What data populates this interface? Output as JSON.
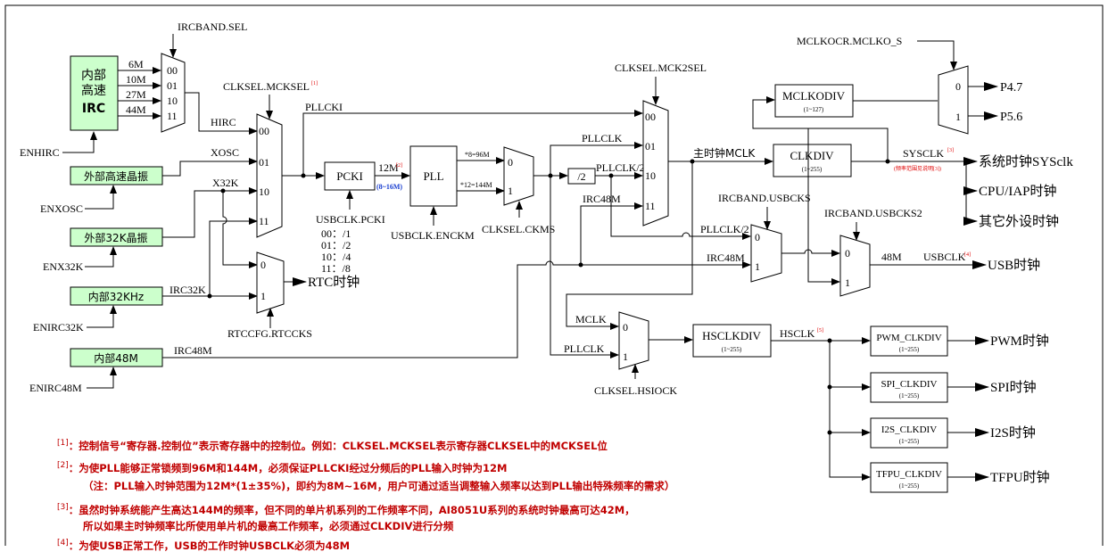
{
  "sources": {
    "irc_label_1": "内部",
    "irc_label_2": "高速",
    "irc_label_3": "IRC",
    "irc_freqs": [
      "6M",
      "10M",
      "27M",
      "44M"
    ],
    "xosc": "外部高速晶振",
    "x32k": "外部32K晶振",
    "irc32k": "内部32KHz",
    "irc48m": "内部48M"
  },
  "enables": {
    "enhirc": "ENHIRC",
    "enxosc": "ENXOSC",
    "enx32k": "ENX32K",
    "enirc32k": "ENIRC32K",
    "enirc48m": "ENIRC48M"
  },
  "selectors": {
    "ircband_sel": "IRCBAND.SEL",
    "mcksel": "CLKSEL.MCKSEL",
    "mcksel_note": "[1]",
    "mck2sel": "CLKSEL.MCK2SEL",
    "mclkocr": "MCLKOCR.MCLKO_S",
    "usbclk_pcki": "USBCLK.PCKI",
    "usbclk_enckm": "USBCLK.ENCKM",
    "clksel_ckms": "CLKSEL.CKMS",
    "rtccfg": "RTCCFG.RTCCKS",
    "ircband_usbcks": "IRCBAND.USBCKS",
    "ircband_usbcks2": "IRCBAND.USBCKS2",
    "clksel_hsiock": "CLKSEL.HSIOCK"
  },
  "mux_inputs": {
    "bin4": [
      "00",
      "01",
      "10",
      "11"
    ],
    "bin2": [
      "0",
      "1"
    ]
  },
  "pcki_div": [
    "00：/1",
    "01：/2",
    "10：/4",
    "11：/8"
  ],
  "signals": {
    "hirc": "HIRC",
    "xosc": "XOSC",
    "x32k": "X32K",
    "irc32k": "IRC32K",
    "irc48m": "IRC48M",
    "pllcki": "PLLCKI",
    "pllclk": "PLLCLK",
    "pllclk_2": "PLLCLK/2",
    "mclk": "MCLK",
    "main_clk": "主时钟MCLK",
    "sysclk": "SYSCLK",
    "sysclk_note": "[3]",
    "sysclk_red": "(频率范围见说明[3])",
    "hsclk": "HSCLK",
    "hsclk_note": "[5]",
    "usbclk": "USBCLK",
    "usbclk_note": "[4]",
    "f12m": "12M",
    "f12m_note": "[2]",
    "f12m_range": "(8~16M)",
    "pll_96": "*8=96M",
    "pll_144": "*12=144M",
    "div2": "/2",
    "f48m": "48M"
  },
  "blocks": {
    "pcki": "PCKI",
    "pll": "PLL",
    "mclkodiv": "MCLKODIV",
    "mclkodiv_range": "(1~127)",
    "clkdiv": "CLKDIV",
    "clkdiv_range": "(1~255)",
    "hsclkdiv": "HSCLKDIV",
    "hsclkdiv_range": "(1~255)",
    "pwm_clkdiv": "PWM_CLKDIV",
    "spi_clkdiv": "SPI_CLKDIV",
    "i2s_clkdiv": "I2S_CLKDIV",
    "tfpu_clkdiv": "TFPU_CLKDIV",
    "sub_range": "(1~255)"
  },
  "outputs": {
    "p47": "P4.7",
    "p56": "P5.6",
    "sysclk": "系统时钟SYSclk",
    "cpu": "CPU/IAP时钟",
    "other": "其它外设时钟",
    "usb": "USB时钟",
    "rtc": "RTC时钟",
    "pwm": "PWM时钟",
    "spi": "SPI时钟",
    "i2s": "I2S时钟",
    "tfpu": "TFPU时钟"
  },
  "notes": {
    "n1_tag": "[1]",
    "n1": "：控制信号“寄存器.控制位”表示寄存器中的控制位。例如：CLKSEL.MCKSEL表示寄存器CLKSEL中的MCKSEL位",
    "n2_tag": "[2]",
    "n2": "：为使PLL能够正常锁频到96M和144M，必须保证PLLCKI经过分频后的PLL输入时钟为12M",
    "n2b": "（注：PLL输入时钟范围为12M*(1±35%)，即约为8M~16M，用户可通过适当调整输入频率以达到PLL输出特殊频率的需求）",
    "n3_tag": "[3]",
    "n3": "：虽然时钟系统能产生高达144M的频率，但不同的单片机系列的工作频率不同，AI8051U系列的系统时钟最高可达42M，",
    "n3b": "所以如果主时钟频率比所使用单片机的最高工作频率，必须通过CLKDIV进行分频",
    "n4_tag": "[4]",
    "n4": "：为使USB正常工作，USB的工作时钟USBCLK必须为48M"
  }
}
